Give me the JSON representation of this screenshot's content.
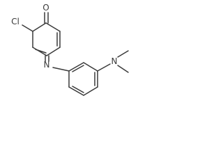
{
  "atoms": {
    "oxygen": "O",
    "chlorine": "Cl",
    "imine_nitrogen": "N",
    "amine_nitrogen": "N"
  },
  "colors": {
    "bond": "#3a3a3a",
    "background": "#ffffff"
  }
}
